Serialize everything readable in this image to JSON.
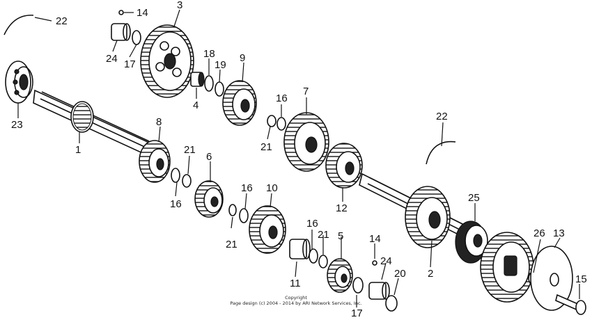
{
  "callouts": {
    "c22a": "22",
    "c14a": "14",
    "c3": "3",
    "c24a": "24",
    "c17a": "17",
    "c18": "18",
    "c19": "19",
    "c9": "9",
    "c4": "4",
    "c23": "23",
    "c16a": "16",
    "c7": "7",
    "c21a": "21",
    "c1": "1",
    "c8": "8",
    "c22b": "22",
    "c21b": "21",
    "c6": "6",
    "c16b": "16",
    "c12": "12",
    "c16c": "16",
    "c10": "10",
    "c21c": "21",
    "c25": "25",
    "c16d": "16",
    "c21d": "21",
    "c5": "5",
    "c14b": "14",
    "c24b": "24",
    "c26": "26",
    "c13": "13",
    "c11": "11",
    "c2": "2",
    "c20": "20",
    "c17b": "17",
    "c15": "15"
  },
  "copyright": {
    "line1": "Copyright",
    "line2": "Page design (c) 2004 - 2014 by ARI Network Services, Inc."
  }
}
